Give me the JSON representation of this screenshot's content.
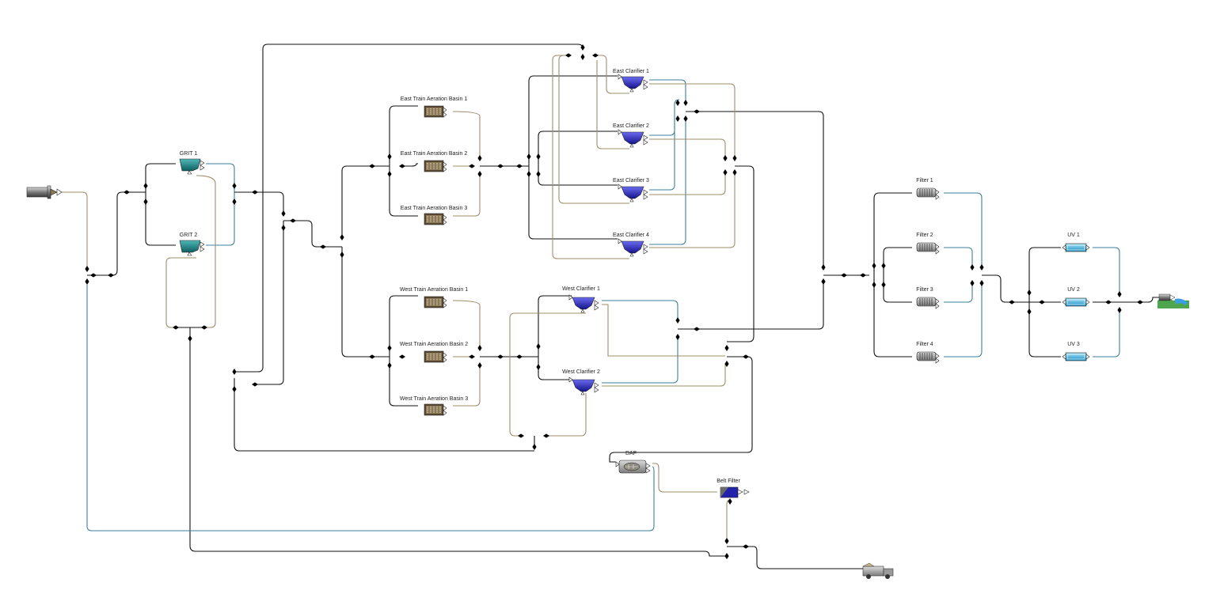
{
  "colors": {
    "main_pipe": "#111111",
    "effluent_pipe": "#3d7f9f",
    "sludge_pipe": "#a08c6a",
    "grit": "#1e8a8a",
    "clarifier": "#2b2bd6",
    "uv": "#3bb0e0"
  },
  "units": {
    "influent": "",
    "grit": [
      "GRIT 1",
      "GRIT 2"
    ],
    "east_basins": [
      "East Train Aeration Basin 1",
      "East Train Aeration Basin 2",
      "East Train Aeration Basin 3"
    ],
    "west_basins": [
      "West Train Aeration Basin 1",
      "West Train Aeration Basin 2",
      "West Train Aeration Basin 3"
    ],
    "east_clarifiers": [
      "East Clarifier 1",
      "East Clarifier 2",
      "East Clarifier 3",
      "East Clarifier 4"
    ],
    "west_clarifiers": [
      "West Clarifier 1",
      "West Clarifier 2"
    ],
    "daf": "DAF",
    "belt_filter": "Belt Filter",
    "filters": [
      "Filter 1",
      "Filter 2",
      "Filter 3",
      "Filter 4"
    ],
    "uv": [
      "UV 1",
      "UV 2",
      "UV 3"
    ]
  },
  "icons": {
    "influent": "influent-pipe-icon",
    "grit": "grit-chamber-icon",
    "basin": "aeration-basin-icon",
    "clarifier": "clarifier-icon",
    "daf": "daf-unit-icon",
    "belt_filter": "belt-filter-press-icon",
    "filter": "media-filter-icon",
    "uv": "uv-disinfection-icon",
    "effluent": "effluent-outfall-icon",
    "sludge": "sludge-truck-icon",
    "junction": "junction-icon"
  }
}
